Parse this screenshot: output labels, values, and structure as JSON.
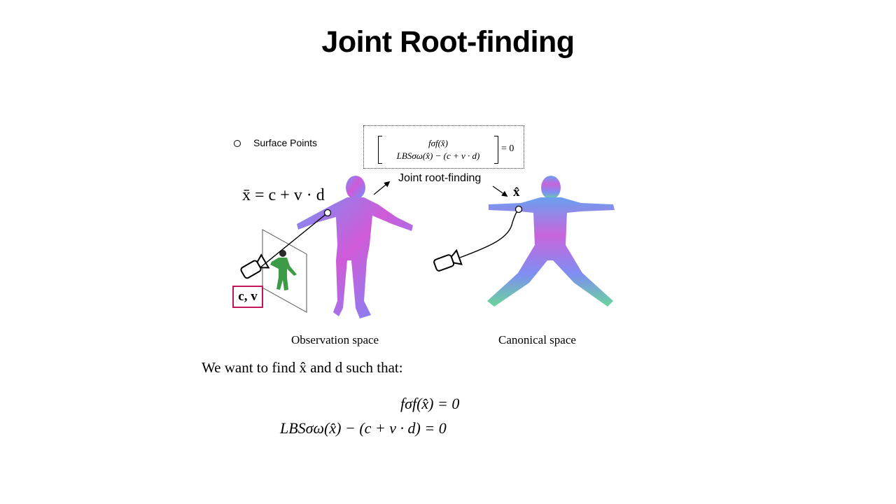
{
  "slide": {
    "title": "Joint Root-finding"
  },
  "legend": {
    "label": "Surface Points"
  },
  "equation_box": {
    "row1": "fσf(x̂)",
    "row2": "LBSσω(x̂) − (c + v · d)",
    "rhs": "= 0"
  },
  "labels": {
    "joint_root_finding": "Joint root-finding",
    "ray_equation": "x̄ = c + v · d",
    "canonical_point": "x̂",
    "camera_params": "c, v",
    "observation_space": "Observation space",
    "canonical_space": "Canonical space"
  },
  "bottom": {
    "intro": "We want to find x̂ and d such that:",
    "eq1": "fσf(x̂) = 0",
    "eq2": "LBSσω(x̂) − (c + v · d) = 0"
  },
  "colors": {
    "highlight_box": "#c2185b",
    "mesh_pink": "#d05ad8",
    "mesh_blue": "#6a8cf0",
    "mesh_cyan": "#62d6e6",
    "mesh_green": "#6ad59a"
  },
  "icons": [
    "camera-icon",
    "surface-point-icon"
  ]
}
